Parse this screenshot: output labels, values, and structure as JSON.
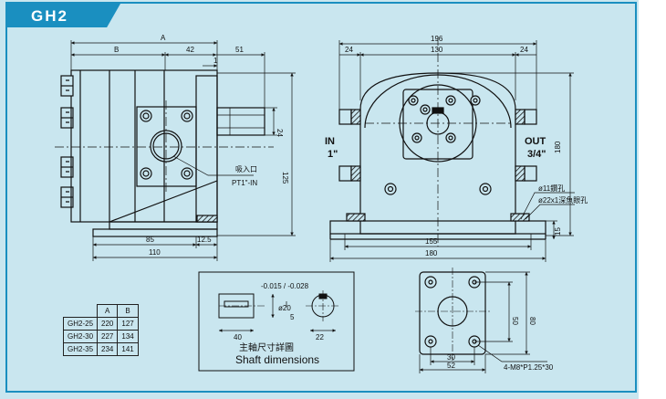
{
  "header": {
    "title": "GH2"
  },
  "side_view": {
    "dims": {
      "A": "A",
      "B": "B",
      "d42": "42",
      "d51": "51",
      "d1": "1",
      "d24": "24",
      "d125": "125",
      "d85": "85",
      "d12_5": "12.5",
      "d110": "110"
    },
    "inlet_label": "吸入口",
    "inlet_spec": "PT1\"-IN"
  },
  "front_view": {
    "dims": {
      "d196": "196",
      "d130": "130",
      "d24a": "24",
      "d24b": "24",
      "d180v": "180",
      "d155": "155",
      "d180h": "180",
      "d15": "15"
    },
    "in_label": "IN",
    "in_size": "1\"",
    "out_label": "OUT",
    "out_size": "3/4\"",
    "hole_note_1": "ø11鑽孔",
    "hole_note_2": "ø22x1深魚眼孔"
  },
  "shaft_detail": {
    "title_cn": "主軸尺寸詳圖",
    "title_en": "Shaft dimensions",
    "dims": {
      "tol": "-0.015 / -0.028",
      "d20": "ø20",
      "d5": "5",
      "d40": "40",
      "d22": "22"
    }
  },
  "flange_view": {
    "dims": {
      "d50": "50",
      "d80": "80",
      "d30": "30",
      "d52": "52"
    },
    "bolt_note": "4-M8*P1.25*30"
  },
  "spec_table": {
    "headers": [
      "",
      "A",
      "B"
    ],
    "rows": [
      [
        "GH2-25",
        "220",
        "127"
      ],
      [
        "GH2-30",
        "227",
        "134"
      ],
      [
        "GH2-35",
        "234",
        "141"
      ]
    ]
  }
}
